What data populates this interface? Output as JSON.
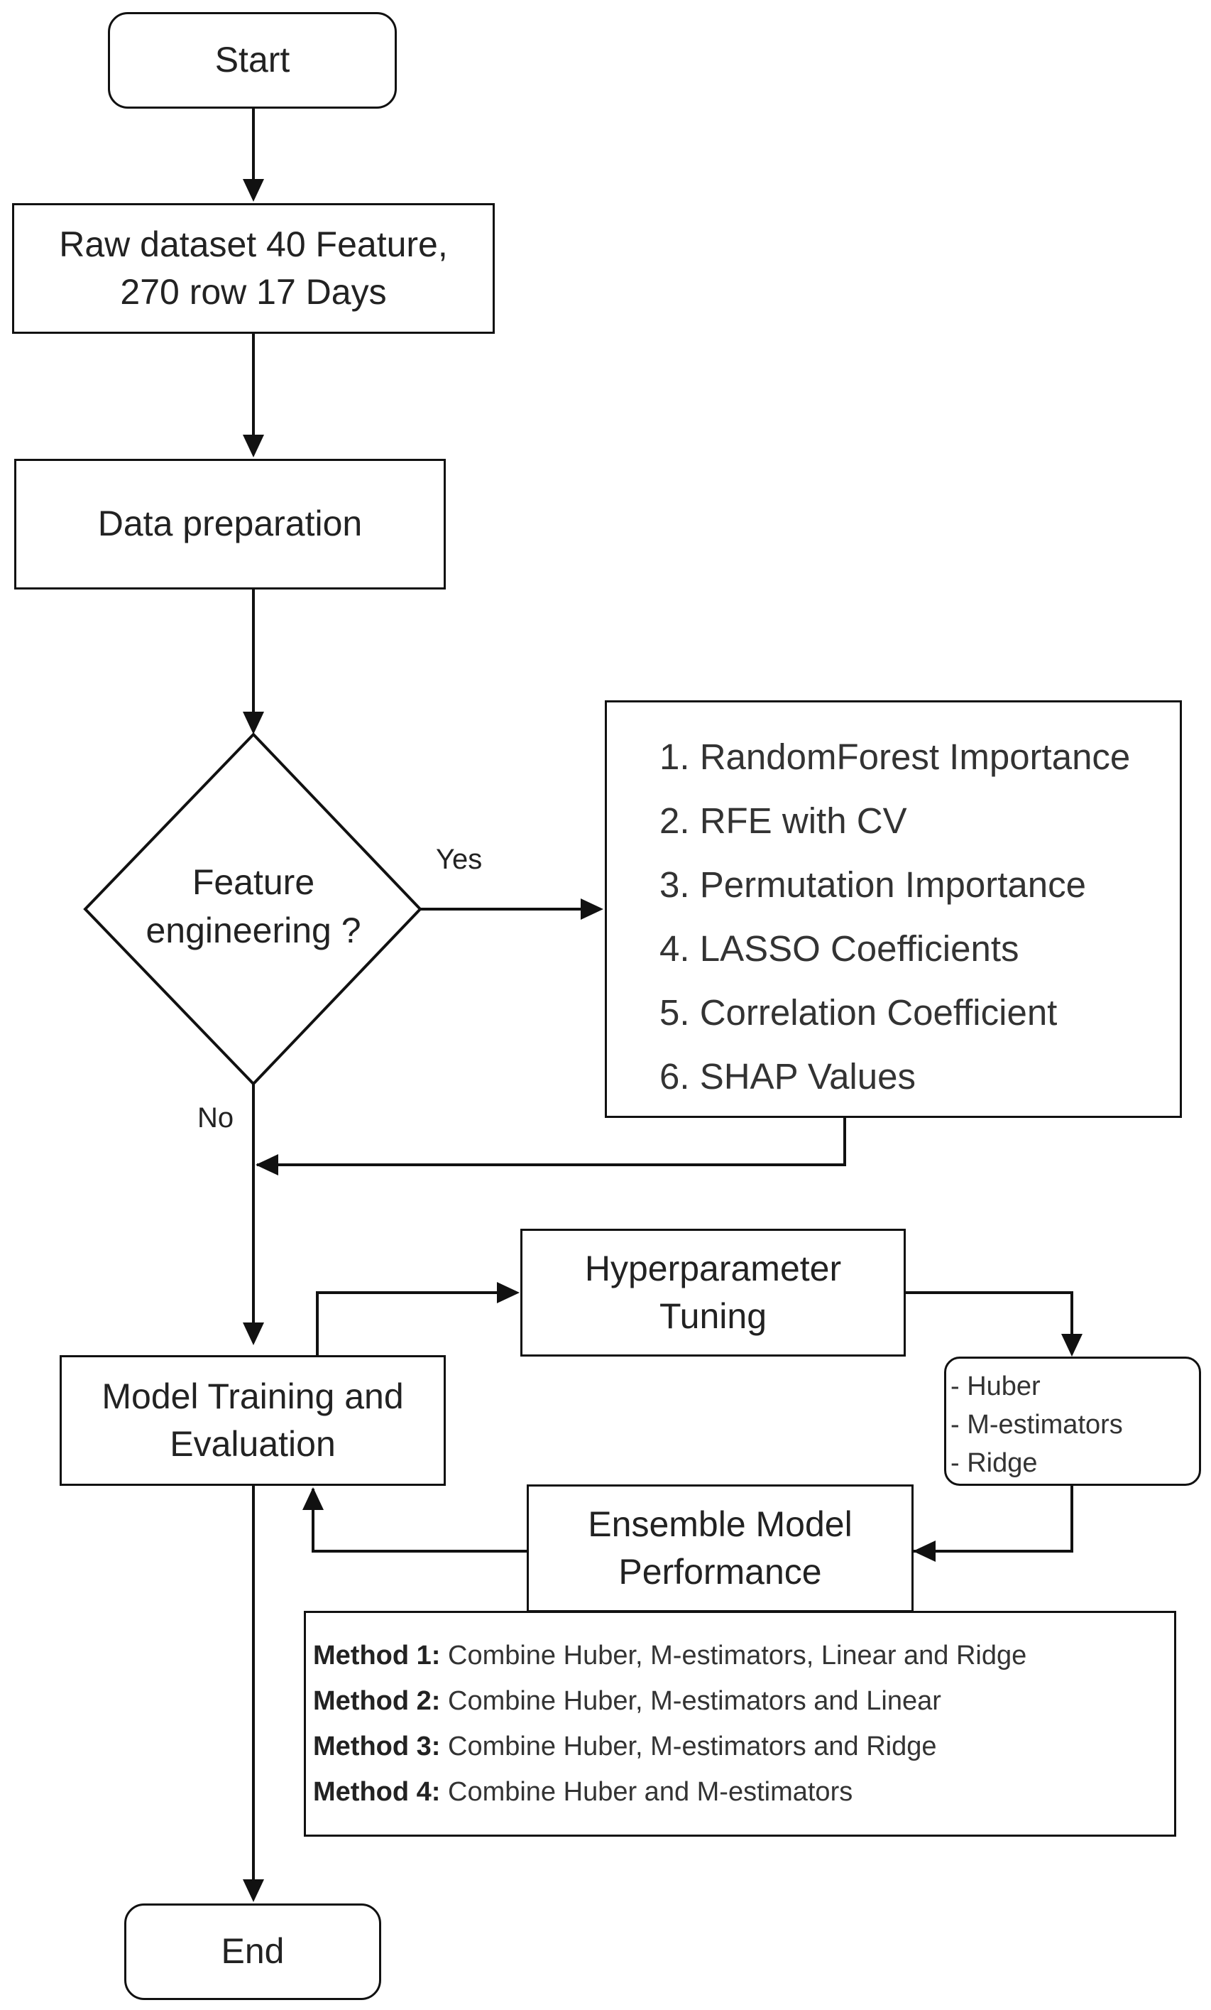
{
  "nodes": {
    "start": "Start",
    "raw_dataset_line1": "Raw dataset 40 Feature,",
    "raw_dataset_line2": "270 row 17 Days",
    "data_preparation": "Data preparation",
    "decision_line1": "Feature",
    "decision_line2": "engineering ?",
    "hyperparameter_line1": "Hyperparameter",
    "hyperparameter_line2": "Tuning",
    "model_training_line1": "Model Training and",
    "model_training_line2": "Evaluation",
    "ensemble_line1": "Ensemble Model",
    "ensemble_line2": "Performance",
    "end": "End"
  },
  "edge_labels": {
    "yes": "Yes",
    "no": "No"
  },
  "feature_methods": [
    "1. RandomForest Importance",
    "2. RFE with CV",
    "3. Permutation Importance",
    "4. LASSO Coefficients",
    "5. Correlation Coefficient",
    "6. SHAP Values"
  ],
  "models": [
    "- Huber",
    "- M-estimators",
    "- Ridge"
  ],
  "ensemble_methods": [
    {
      "label": "Method 1:",
      "text": " Combine Huber, M-estimators, Linear and Ridge"
    },
    {
      "label": "Method 2:",
      "text": " Combine Huber, M-estimators and Linear"
    },
    {
      "label": "Method 3:",
      "text": " Combine Huber, M-estimators and Ridge"
    },
    {
      "label": "Method 4:",
      "text": " Combine Huber and M-estimators"
    }
  ],
  "colors": {
    "stroke": "#111111",
    "text": "#222222",
    "background": "#ffffff"
  }
}
